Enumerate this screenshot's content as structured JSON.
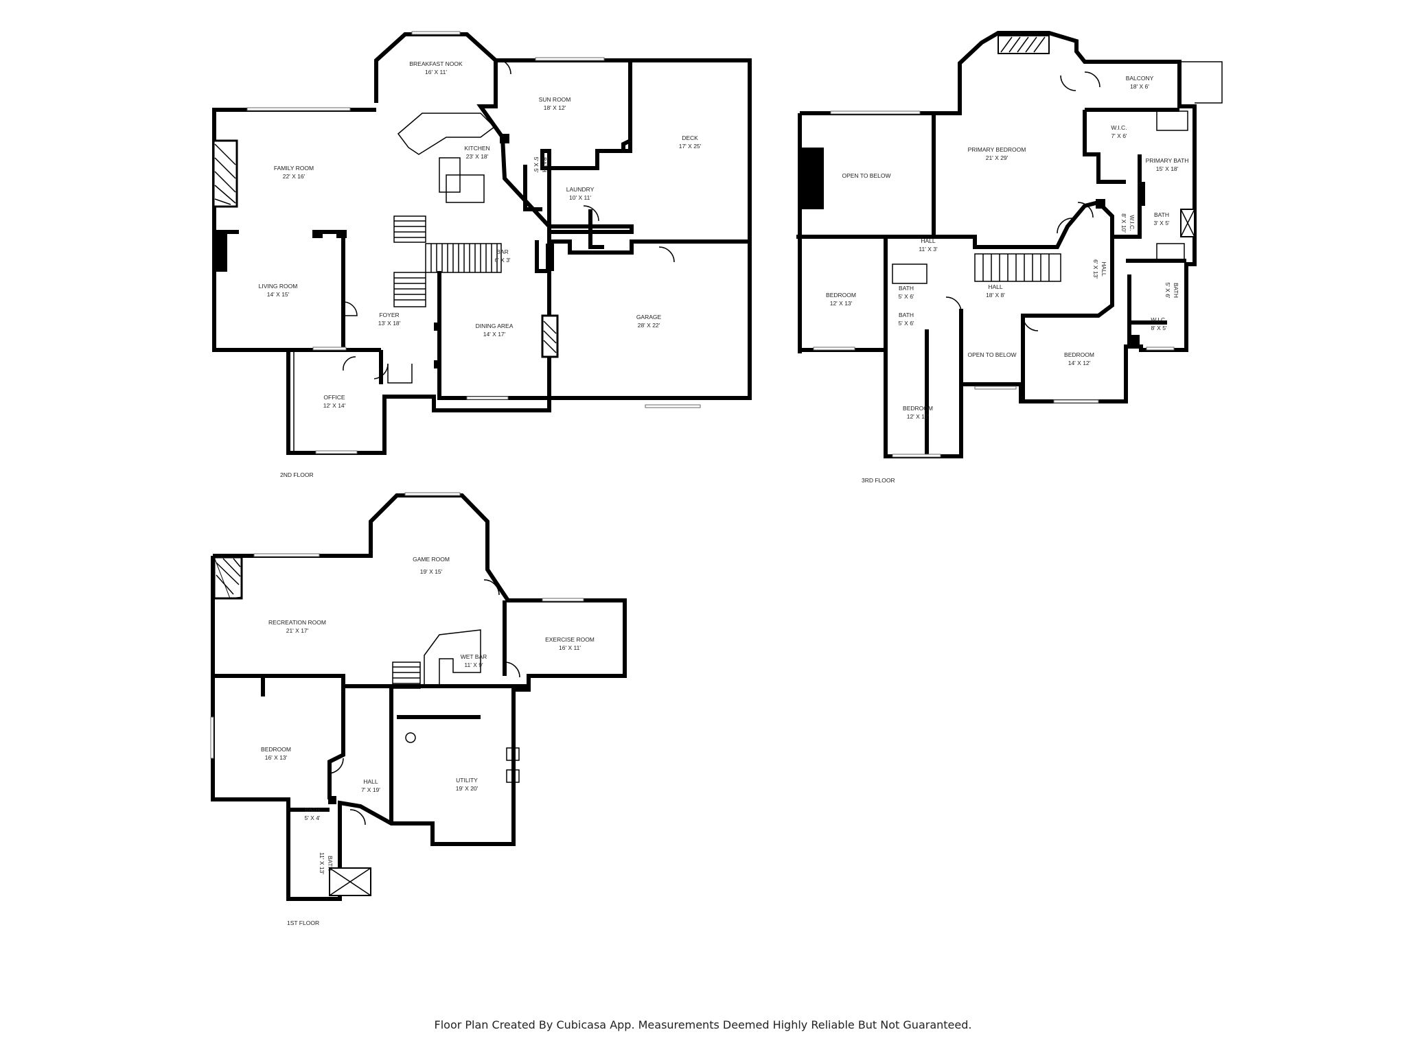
{
  "floors": {
    "second": {
      "label": "2ND FLOOR"
    },
    "third": {
      "label": "3RD FLOOR"
    },
    "first": {
      "label": "1ST FLOOR"
    }
  },
  "rooms": {
    "breakfast_nook": {
      "name": "BREAKFAST NOOK",
      "dim": "16' X 11'"
    },
    "sun_room": {
      "name": "SUN ROOM",
      "dim": "18' X 12'"
    },
    "deck": {
      "name": "DECK",
      "dim": "17' X 25'"
    },
    "family_room": {
      "name": "FAMILY ROOM",
      "dim": "22' X 16'"
    },
    "kitchen": {
      "name": "KITCHEN",
      "dim": "23' X 18'"
    },
    "bath_2f": {
      "name": "BATH",
      "dim": "5' X 5'"
    },
    "laundry": {
      "name": "LAUNDRY",
      "dim": "10' X 11'"
    },
    "living_room": {
      "name": "LIVING ROOM",
      "dim": "14' X 15'"
    },
    "bar": {
      "name": "BAR",
      "dim": "6' X 3'"
    },
    "foyer": {
      "name": "FOYER",
      "dim": "13' X 18'"
    },
    "dining_area": {
      "name": "DINING AREA",
      "dim": "14' X 17'"
    },
    "garage": {
      "name": "GARAGE",
      "dim": "28' X 22'"
    },
    "office": {
      "name": "OFFICE",
      "dim": "12' X 14'"
    },
    "balcony": {
      "name": "BALCONY",
      "dim": "18' X 6'"
    },
    "open_below_1": {
      "name": "OPEN TO BELOW"
    },
    "primary_bedroom": {
      "name": "PRIMARY BEDROOM",
      "dim": "21' X 29'"
    },
    "wic_1": {
      "name": "W.I.C.",
      "dim": "7' X 6'"
    },
    "primary_bath": {
      "name": "PRIMARY BATH",
      "dim": "15' X 18'"
    },
    "wic_2": {
      "name": "W.I.C.",
      "dim": "8' X 10'"
    },
    "bath_3f_a": {
      "name": "BATH",
      "dim": "3' X 5'"
    },
    "hall_3f_a": {
      "name": "HALL",
      "dim": "11' X 3'"
    },
    "hall_3f_b": {
      "name": "HALL",
      "dim": "6' X 13'"
    },
    "bedroom_3f_a": {
      "name": "BEDROOM",
      "dim": "12' X 13'"
    },
    "bath_3f_b": {
      "name": "BATH",
      "dim": "5' X 6'"
    },
    "bath_3f_c": {
      "name": "BATH",
      "dim": "5' X 6'"
    },
    "hall_3f_c": {
      "name": "HALL",
      "dim": "18' X 8'"
    },
    "bath_3f_d": {
      "name": "BATH",
      "dim": "5' X 6'"
    },
    "wic_3": {
      "name": "W.I.C.",
      "dim": "8' X 5'"
    },
    "open_below_2": {
      "name": "OPEN TO BELOW"
    },
    "bedroom_3f_b": {
      "name": "BEDROOM",
      "dim": "14' X 12'"
    },
    "bedroom_3f_c": {
      "name": "BEDROOM",
      "dim": "12' X 12'"
    },
    "game_room": {
      "name": "GAME ROOM",
      "dim": "19' X 15'"
    },
    "recreation_room": {
      "name": "RECREATION ROOM",
      "dim": "21' X 17'"
    },
    "exercise_room": {
      "name": "EXERCISE ROOM",
      "dim": "16' X 11'"
    },
    "wet_bar": {
      "name": "WET BAR",
      "dim": "11' X 9'"
    },
    "bedroom_1f": {
      "name": "BEDROOM",
      "dim": "16' X 13'"
    },
    "hall_1f": {
      "name": "HALL",
      "dim": "7' X 19'"
    },
    "utility": {
      "name": "UTILITY",
      "dim": "19' X 20'"
    },
    "bath_1f_a": {
      "name": "BATH",
      "dim": "5' X 4'"
    },
    "bath_1f_b": {
      "name": "BATH",
      "dim": "11' X 13'"
    }
  },
  "footer": {
    "text": "Floor Plan Created By Cubicasa App. Measurements Deemed Highly Reliable But Not Guaranteed."
  }
}
